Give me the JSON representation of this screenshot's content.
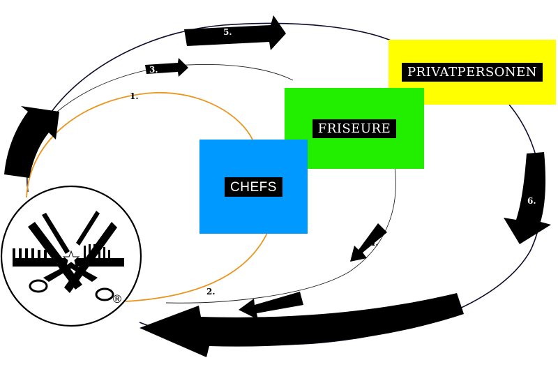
{
  "diagram": {
    "boxes": [
      {
        "id": "chefs",
        "label": "CHEFS",
        "color": "#0099ff"
      },
      {
        "id": "friseure",
        "label": "FRISEURE",
        "color": "#22ee00"
      },
      {
        "id": "privatpersonen",
        "label": "PRIVATPERSONEN",
        "color": "#ffff00"
      }
    ],
    "steps": [
      "1.",
      "2.",
      "3.",
      "4.",
      "5.",
      "6."
    ],
    "logo": {
      "mark": "®",
      "icons": [
        "comb-icon",
        "scissors-icon",
        "razor-icon",
        "star-icon"
      ]
    },
    "colors": {
      "orange_loop": "#e8961e",
      "inner_loop": "#111111",
      "outer_loop": "#0d0d2e",
      "arrow": "#000000"
    }
  }
}
